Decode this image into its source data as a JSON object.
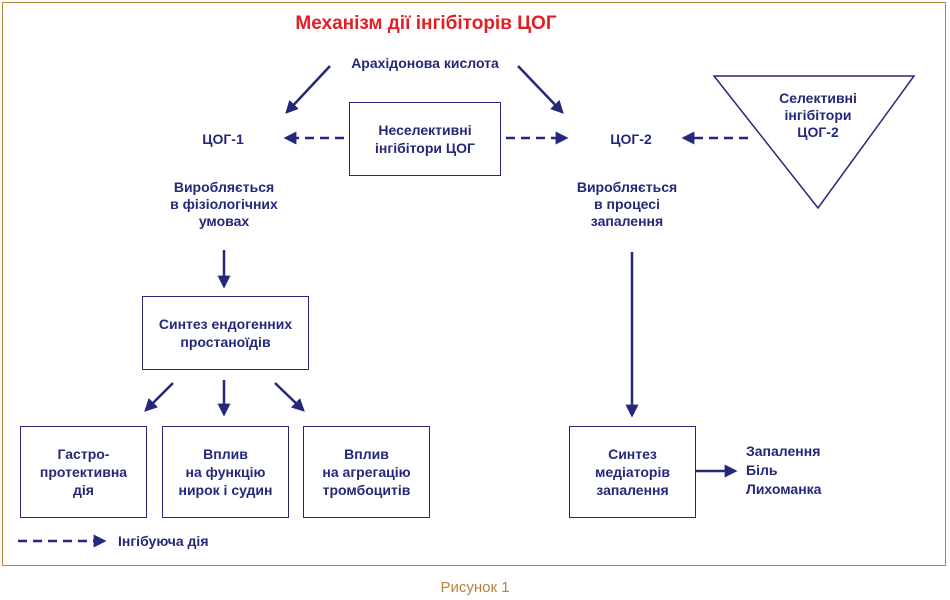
{
  "title": "Механізм дії інгібіторів ЦОГ",
  "caption": "Рисунок 1",
  "nodes": {
    "arachidonic": "Арахідонова кислота",
    "cox1": "ЦОГ-1",
    "cox2": "ЦОГ-2",
    "nonselective": "Неселективні\nінгібітори ЦОГ",
    "selective": "Селективні\nінгібітори\nЦОГ-2",
    "cox1_produced": "Виробляється\nв фізіологічних\nумовах",
    "cox2_produced": "Виробляється\nв процесі\nзапалення",
    "endogenous_synthesis": "Синтез ендогенних\nпростаноїдів",
    "gastro": "Гастро-\nпротективна\nдія",
    "kidney": "Вплив\nна функцію\nнирок і судин",
    "platelet": "Вплив\nна агрегацію\nтромбоцитів",
    "mediator_synthesis": "Синтез\nмедіаторів\nзапалення",
    "effects": "Запалення\nБіль\nЛихоманка"
  },
  "legend": {
    "inhibitory_label": "Інгібуюча дія"
  },
  "colors": {
    "primary": "#25287a",
    "title": "#e31e24",
    "frame": "#b9823e"
  }
}
